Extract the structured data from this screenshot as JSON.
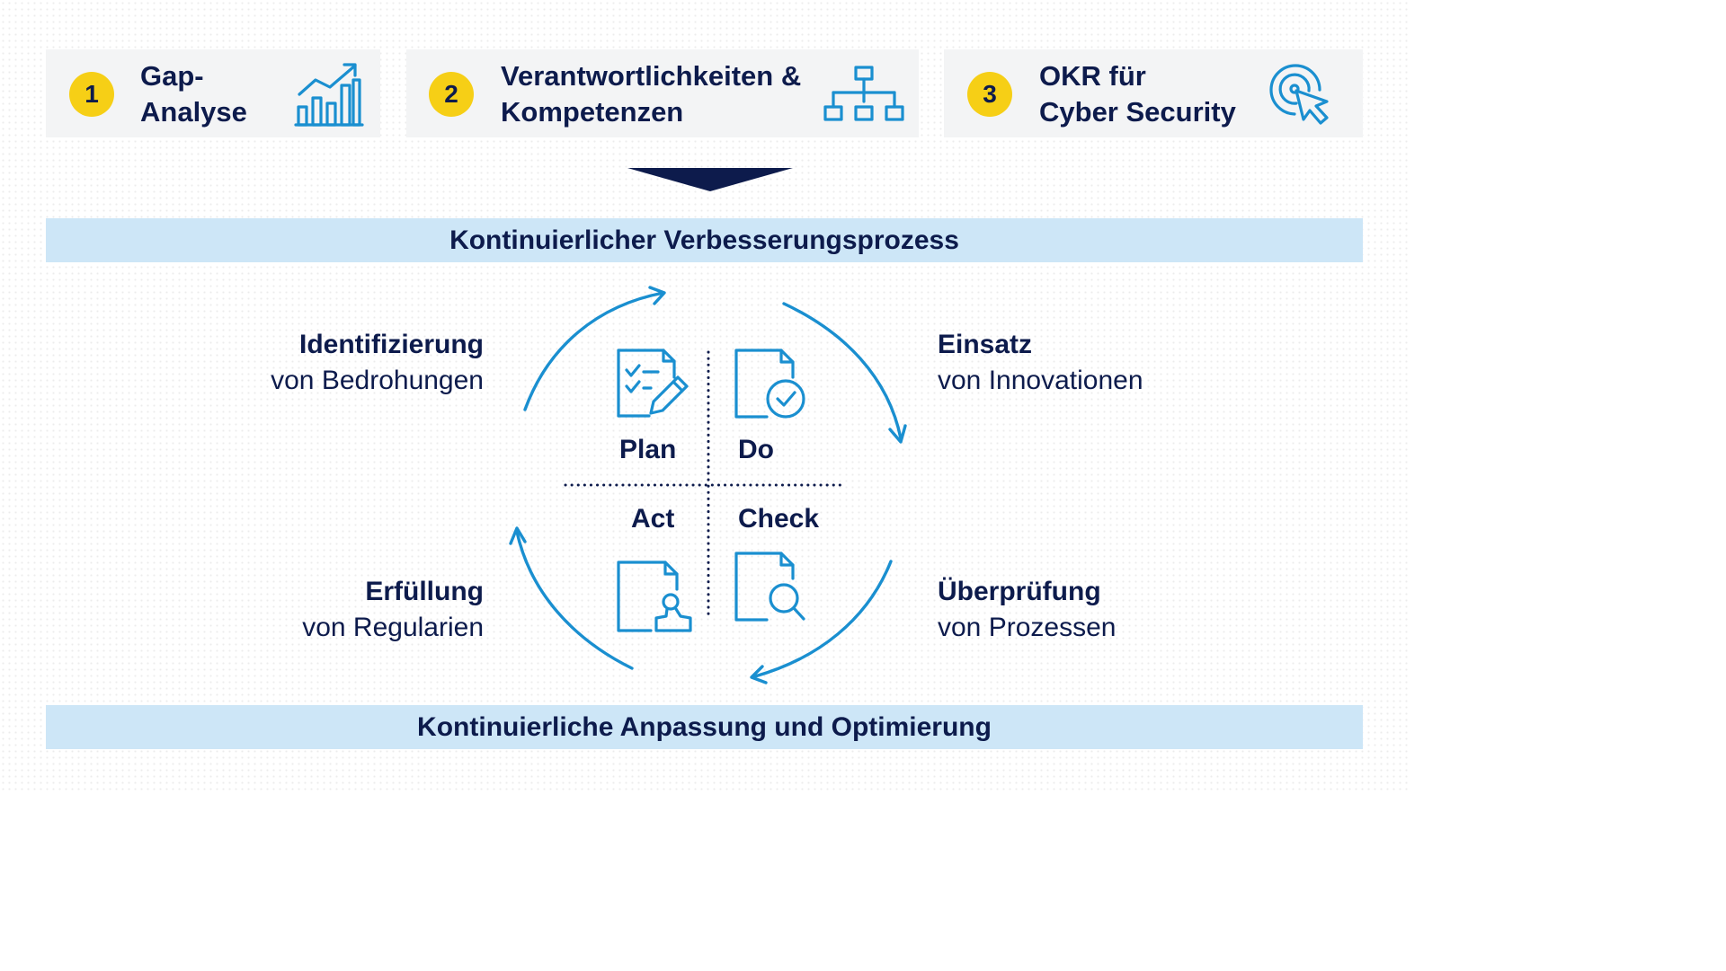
{
  "cards": [
    {
      "number": "1",
      "line1": "Gap-",
      "line2": "Analyse",
      "icon": "bar-chart-growth-icon"
    },
    {
      "number": "2",
      "line1": "Verantwortlichkeiten &",
      "line2": "Kompetenzen",
      "icon": "org-chart-icon"
    },
    {
      "number": "3",
      "line1": "OKR für",
      "line2": "Cyber Security",
      "icon": "target-cursor-icon"
    }
  ],
  "top_band": "Kontinuierlicher Verbesserungsprozess",
  "bottom_band": "Kontinuierliche Anpassung und Optimierung",
  "cycle": {
    "plan": "Plan",
    "do": "Do",
    "act": "Act",
    "check": "Check"
  },
  "sides": {
    "top_left": {
      "bold": "Identifizierung",
      "regular": "von Bedrohungen"
    },
    "top_right": {
      "bold": "Einsatz",
      "regular": "von Innovationen"
    },
    "bottom_left": {
      "bold": "Erfüllung",
      "regular": "von Regularien"
    },
    "bottom_right": {
      "bold": "Überprüfung",
      "regular": "von Prozessen"
    }
  },
  "colors": {
    "navy": "#0d1b4c",
    "blue": "#1a8fd0",
    "yellow": "#f6cf16",
    "band": "#cde6f7",
    "card": "#f3f4f5"
  }
}
